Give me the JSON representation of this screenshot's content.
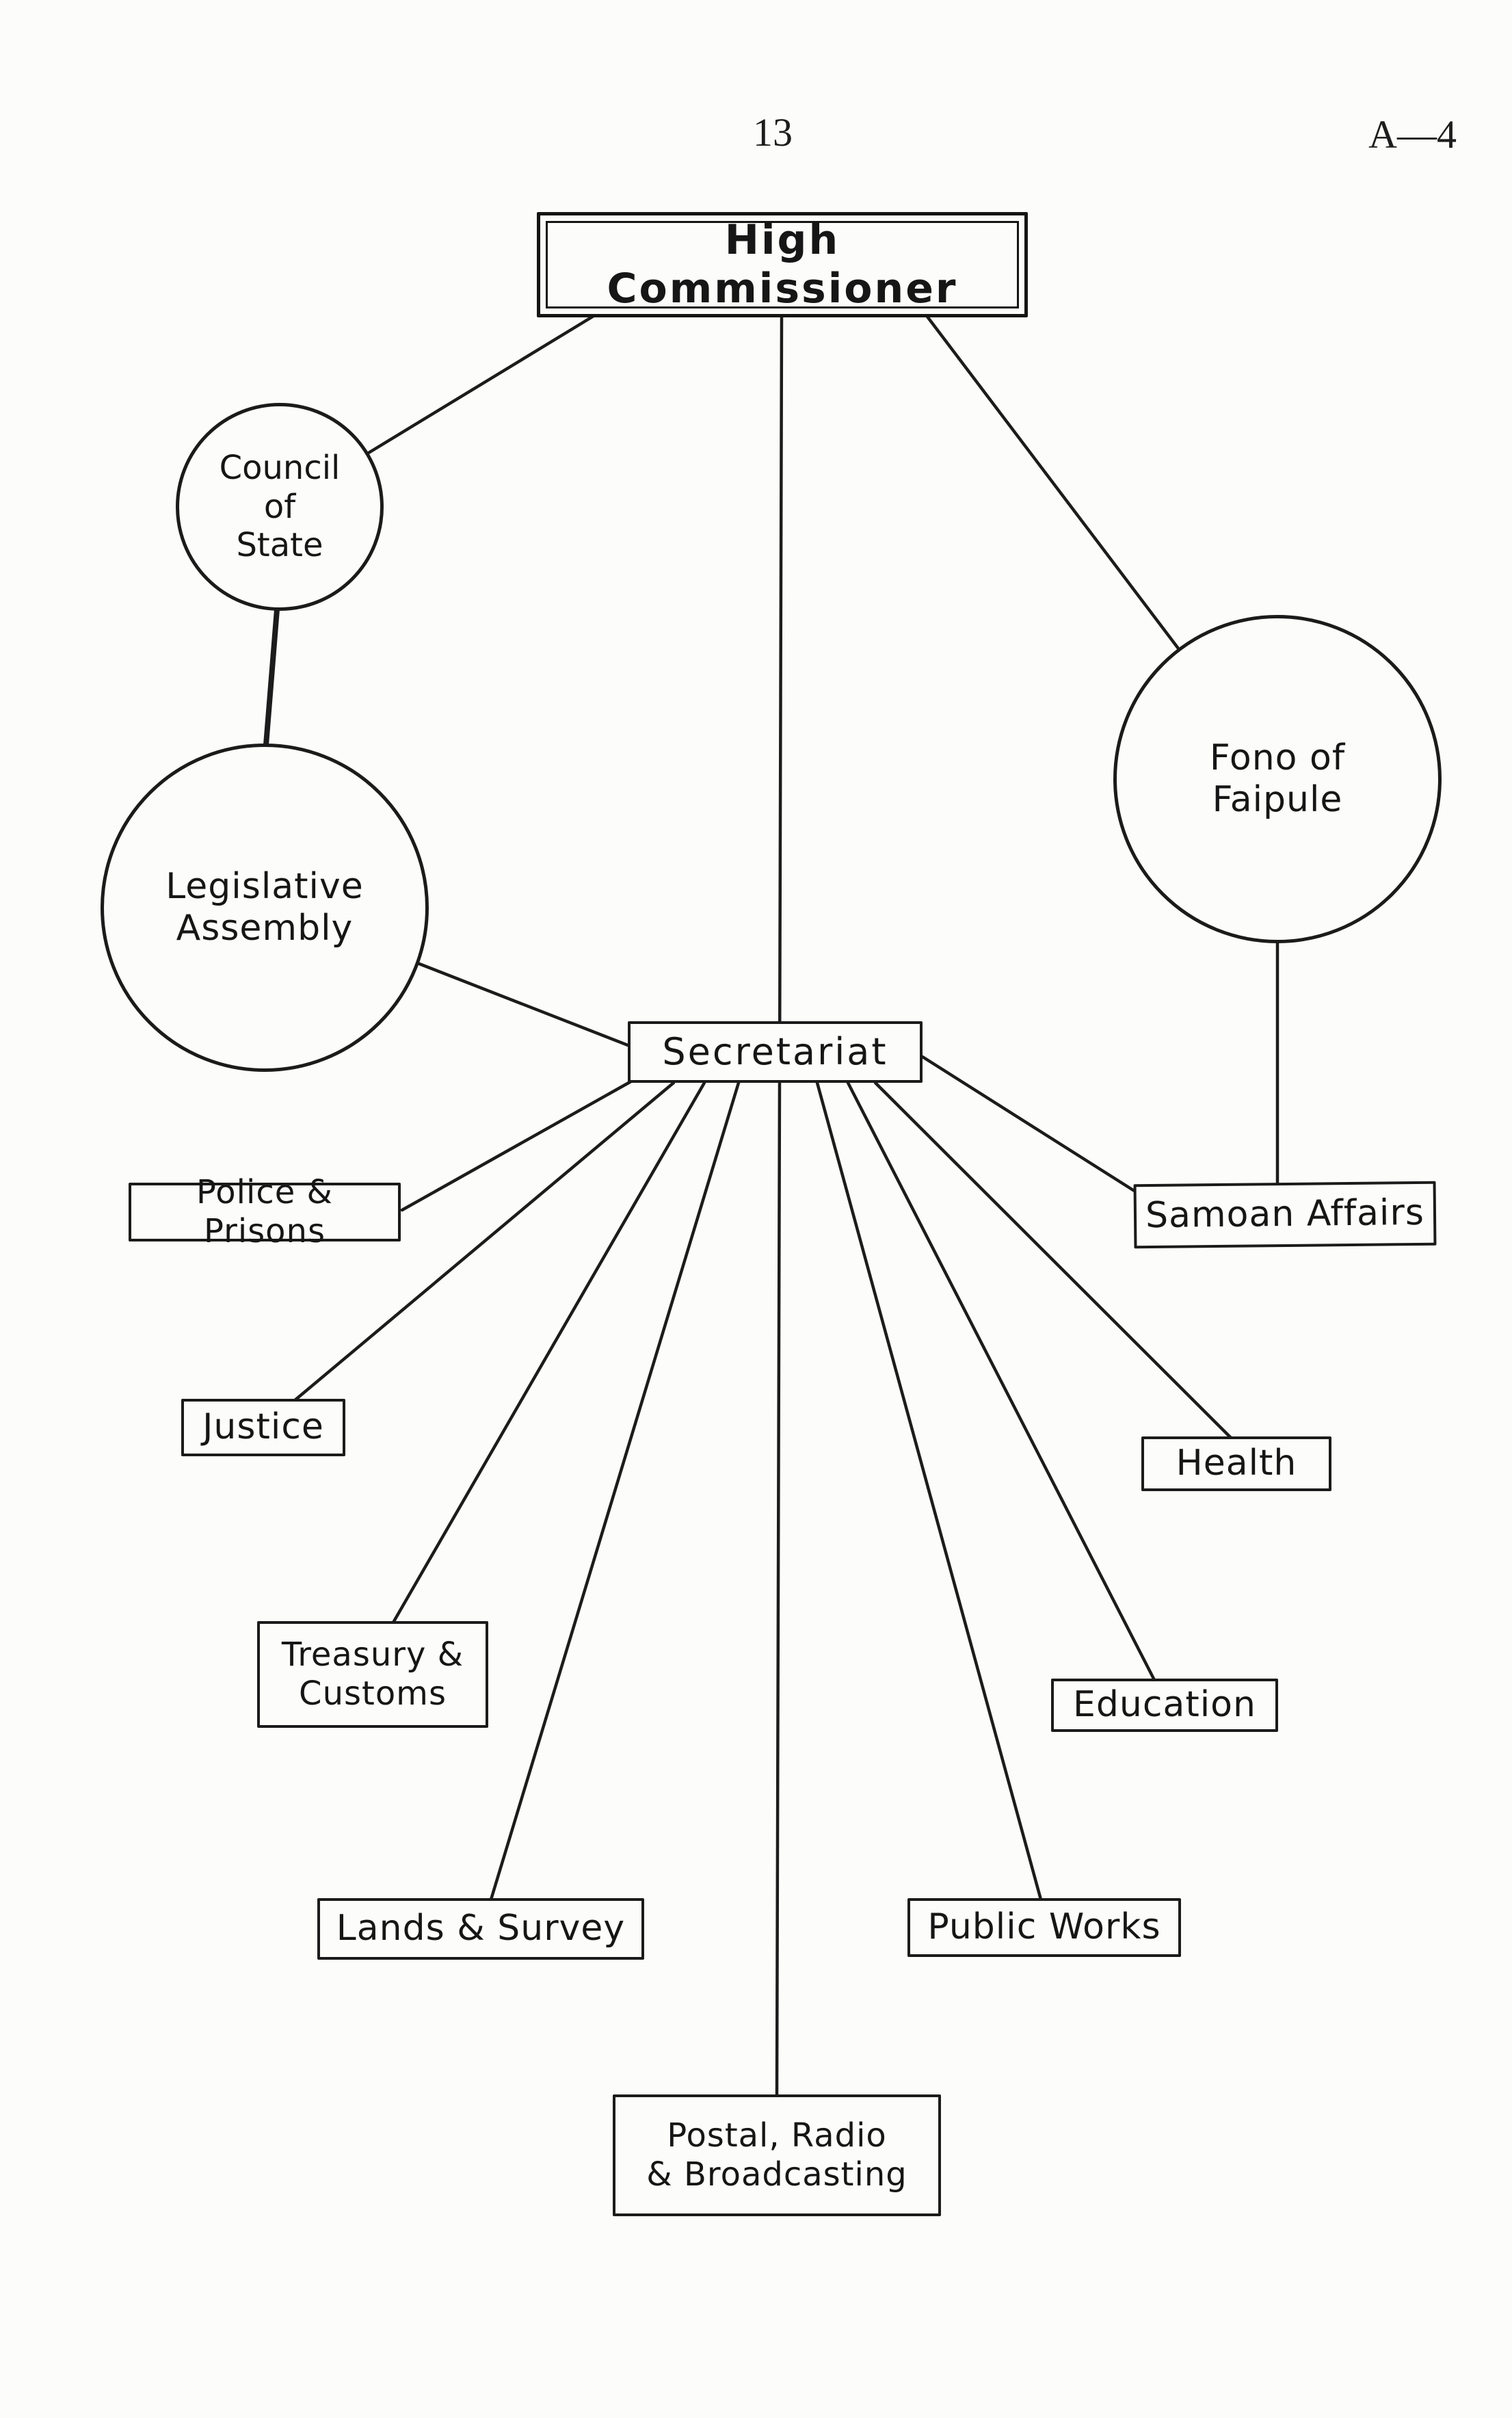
{
  "page": {
    "page_number": "13",
    "page_ref": "A—4"
  },
  "diagram": {
    "type": "organization-chart",
    "nodes": {
      "high_commissioner": {
        "label": "High Commissioner",
        "shape": "double-rectangle"
      },
      "council_of_state": {
        "line1": "Council",
        "line2": "of",
        "line3": "State",
        "shape": "circle"
      },
      "legislative_assembly": {
        "line1": "Legislative",
        "line2": "Assembly",
        "shape": "circle"
      },
      "fono_of_faipule": {
        "line1": "Fono of",
        "line2": "Faipule",
        "shape": "circle"
      },
      "secretariat": {
        "label": "Secretariat",
        "shape": "rectangle"
      },
      "police_prisons": {
        "label": "Police & Prisons",
        "shape": "rectangle"
      },
      "samoan_affairs": {
        "label": "Samoan Affairs",
        "shape": "rectangle"
      },
      "justice": {
        "label": "Justice",
        "shape": "rectangle"
      },
      "health": {
        "label": "Health",
        "shape": "rectangle"
      },
      "treasury_customs": {
        "line1": "Treasury &",
        "line2": "Customs",
        "shape": "rectangle"
      },
      "education": {
        "label": "Education",
        "shape": "rectangle"
      },
      "lands_survey": {
        "label": "Lands & Survey",
        "shape": "rectangle"
      },
      "public_works": {
        "label": "Public Works",
        "shape": "rectangle"
      },
      "postal_radio": {
        "line1": "Postal, Radio",
        "line2": "& Broadcasting",
        "shape": "rectangle"
      }
    },
    "edges": [
      {
        "from": "high_commissioner",
        "to": "council_of_state"
      },
      {
        "from": "high_commissioner",
        "to": "fono_of_faipule"
      },
      {
        "from": "high_commissioner",
        "to": "secretariat"
      },
      {
        "from": "council_of_state",
        "to": "legislative_assembly"
      },
      {
        "from": "legislative_assembly",
        "to": "secretariat"
      },
      {
        "from": "fono_of_faipule",
        "to": "samoan_affairs"
      },
      {
        "from": "secretariat",
        "to": "police_prisons"
      },
      {
        "from": "secretariat",
        "to": "justice"
      },
      {
        "from": "secretariat",
        "to": "treasury_customs"
      },
      {
        "from": "secretariat",
        "to": "lands_survey"
      },
      {
        "from": "secretariat",
        "to": "postal_radio"
      },
      {
        "from": "secretariat",
        "to": "public_works"
      },
      {
        "from": "secretariat",
        "to": "education"
      },
      {
        "from": "secretariat",
        "to": "health"
      },
      {
        "from": "secretariat",
        "to": "samoan_affairs"
      }
    ]
  }
}
